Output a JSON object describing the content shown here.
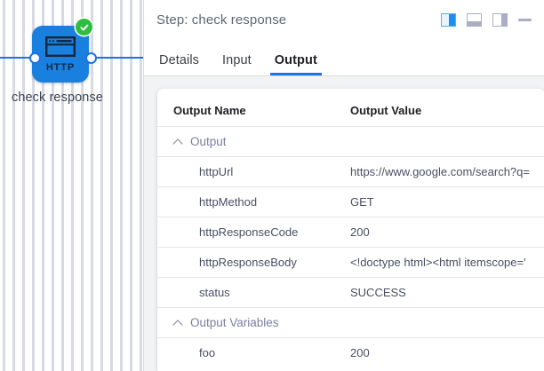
{
  "canvas": {
    "node": {
      "type_label": "HTTP",
      "name": "check response",
      "status_icon": "check-circle-icon",
      "status_color": "#2fbd3f",
      "node_color": "#1a80e0",
      "edge_color": "#1a73e8"
    }
  },
  "panel": {
    "header": {
      "title": "Step: check response",
      "actions": [
        {
          "icon": "layout-split-right-icon",
          "active": true
        },
        {
          "icon": "layout-dock-bottom-icon",
          "active": false
        },
        {
          "icon": "layout-dock-right-icon",
          "active": false
        },
        {
          "icon": "minimize-icon",
          "active": false
        }
      ]
    },
    "tabs": [
      {
        "label": "Details",
        "active": false
      },
      {
        "label": "Input",
        "active": false
      },
      {
        "label": "Output",
        "active": true
      }
    ],
    "accent_color": "#1a73e8",
    "table": {
      "columns": [
        "Output Name",
        "Output Value"
      ],
      "groups": [
        {
          "label": "Output",
          "expanded": true,
          "rows": [
            {
              "name": "httpUrl",
              "value": "https://www.google.com/search?q="
            },
            {
              "name": "httpMethod",
              "value": "GET"
            },
            {
              "name": "httpResponseCode",
              "value": "200"
            },
            {
              "name": "httpResponseBody",
              "value": "<!doctype html><html itemscope='"
            },
            {
              "name": "status",
              "value": "SUCCESS"
            }
          ]
        },
        {
          "label": "Output Variables",
          "expanded": true,
          "rows": [
            {
              "name": "foo",
              "value": "200"
            }
          ]
        }
      ]
    }
  }
}
